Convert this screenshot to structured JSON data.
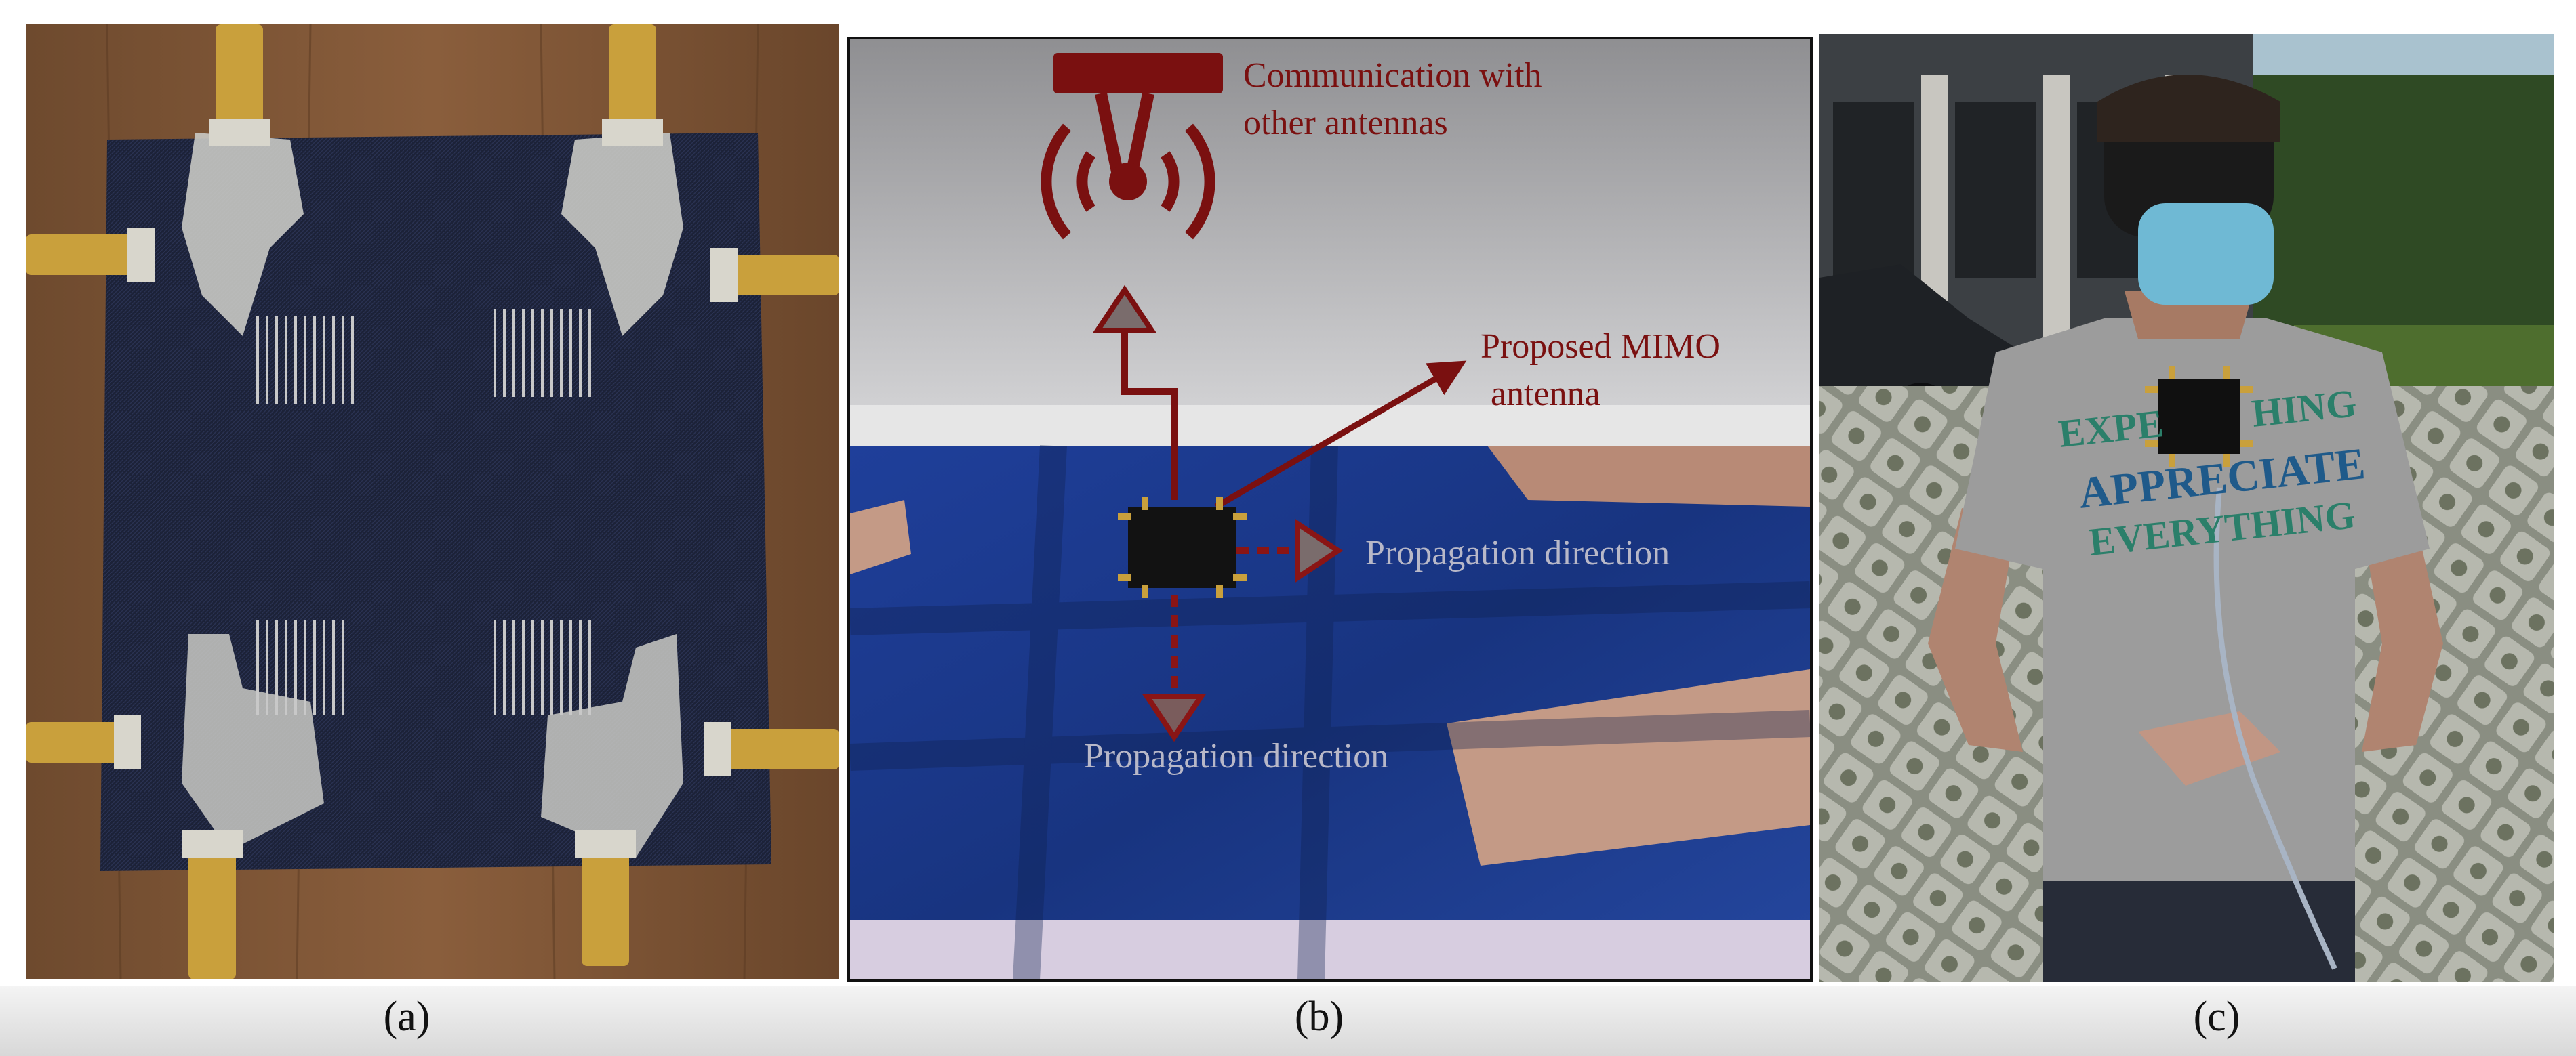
{
  "panels": {
    "a": {
      "caption": "(a)",
      "fabric_color": "#1c2238",
      "backdrop_color": "#8a5e3c",
      "connector_color": "#c9a03c"
    },
    "b": {
      "caption": "(b)",
      "label_communication_line1": "Communication with",
      "label_communication_line2": "other antennas",
      "label_mimo_line1": "Proposed MIMO",
      "label_mimo_line2": "antenna",
      "label_propagation_right": "Propagation direction",
      "label_propagation_down": "Propagation direction",
      "annotation_color": "#7a1010",
      "propagation_text_color": "#b8b8c8",
      "cloth_color": "#1f3f9a"
    },
    "c": {
      "caption": "(c)",
      "shirt_text_line1": "EXPE",
      "shirt_text_line1b": "HING",
      "shirt_text_line2": "APPRECIATE",
      "shirt_text_line3": "EVERYTHING",
      "shirt_color": "#9c9c9c",
      "mask_color": "#6fb9d4"
    }
  }
}
